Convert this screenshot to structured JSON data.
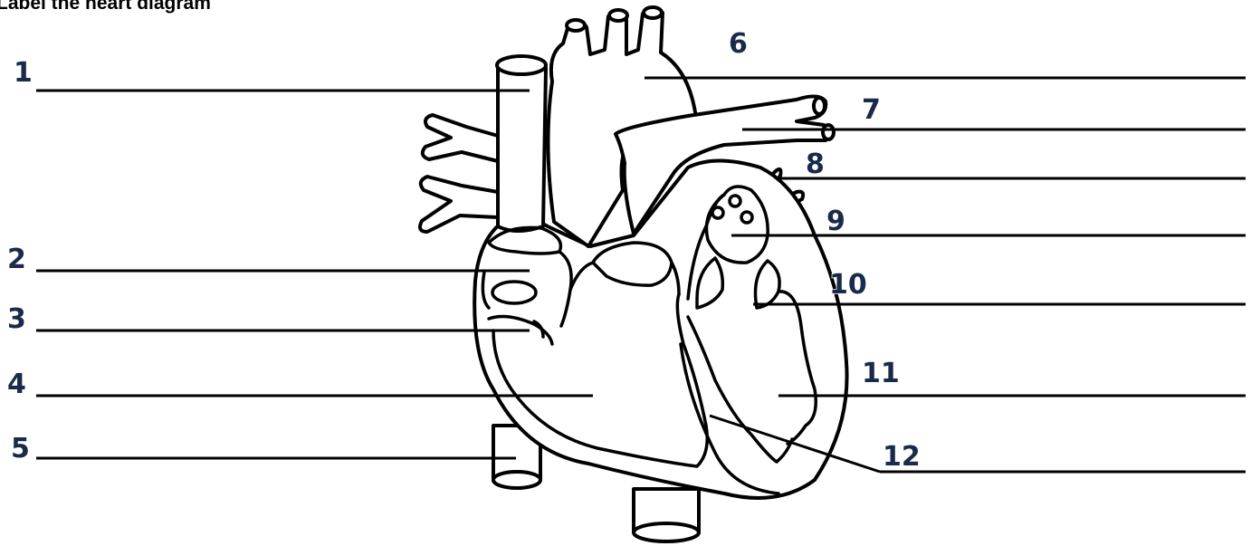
{
  "title": "Label the heart diagram",
  "labels": [
    "1",
    "2",
    "3",
    "4",
    "5",
    "6",
    "7",
    "8",
    "9",
    "10",
    "11",
    "12"
  ],
  "colors": {
    "number_fill": "#1a2a4a",
    "line": "#000000",
    "background": "#ffffff"
  }
}
